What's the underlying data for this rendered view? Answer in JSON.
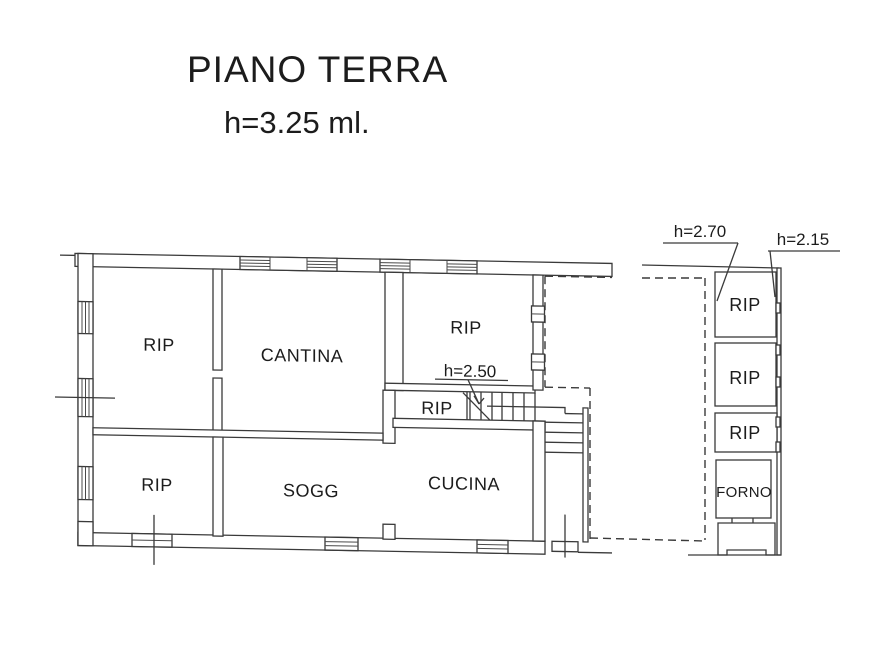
{
  "header": {
    "title": "PIANO TERRA",
    "height_note": "h=3.25 ml."
  },
  "floor_plan": {
    "main_building": {
      "rooms": [
        {
          "id": "rip-nw",
          "label": "RIP"
        },
        {
          "id": "cantina",
          "label": "CANTINA"
        },
        {
          "id": "rip-ne",
          "label": "RIP"
        },
        {
          "id": "rip-corridor",
          "label": "RIP"
        },
        {
          "id": "rip-sw",
          "label": "RIP"
        },
        {
          "id": "sogg",
          "label": "SOGG"
        },
        {
          "id": "cucina",
          "label": "CUCINA"
        }
      ],
      "annotations": [
        {
          "id": "h-250",
          "label": "h=2.50"
        }
      ]
    },
    "annex": {
      "rooms": [
        {
          "id": "rip-a",
          "label": "RIP"
        },
        {
          "id": "rip-b",
          "label": "RIP"
        },
        {
          "id": "rip-c",
          "label": "RIP"
        },
        {
          "id": "forno",
          "label": "FORNO"
        }
      ],
      "annotations": [
        {
          "id": "h-270",
          "label": "h=2.70"
        },
        {
          "id": "h-215",
          "label": "h=2.15"
        }
      ]
    },
    "colors": {
      "line": "#3a3a3a",
      "text": "#1c1c1c",
      "paper": "#ffffff"
    }
  }
}
